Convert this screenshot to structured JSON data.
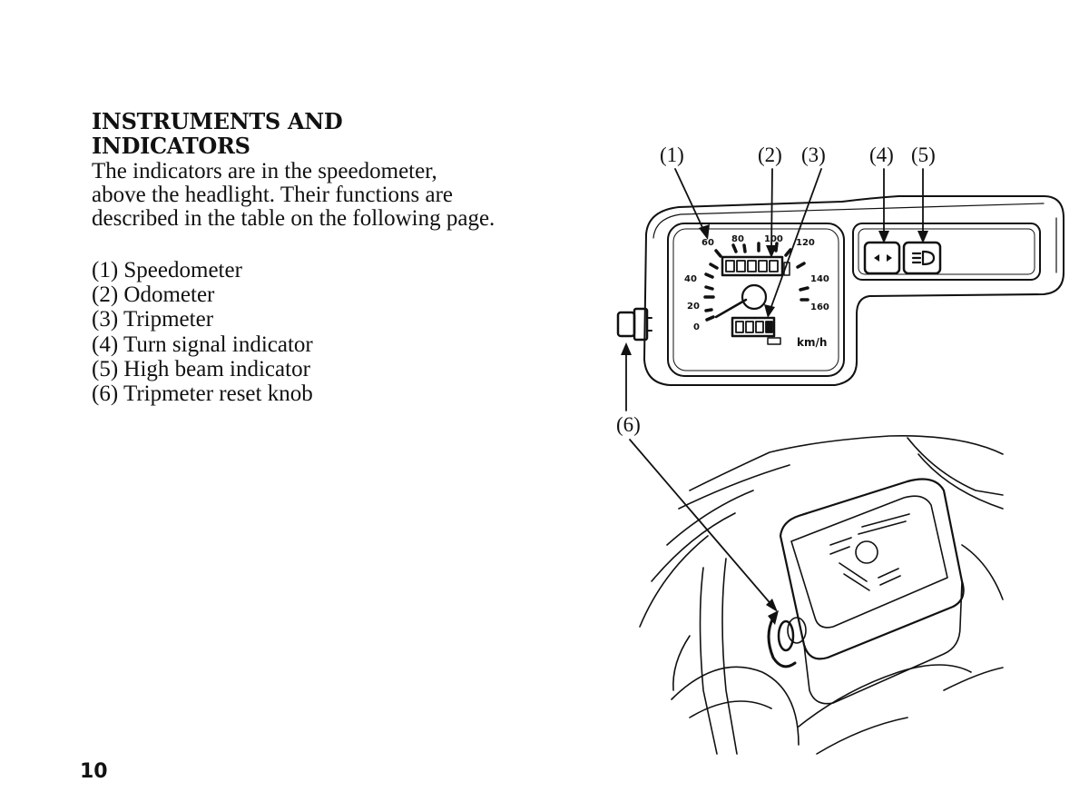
{
  "section": {
    "heading_lines": [
      "INSTRUMENTS AND",
      "INDICATORS"
    ],
    "body_lines": [
      "The indicators are in the speedometer,",
      "above the headlight. Their functions are",
      "described in the table on the following page."
    ],
    "legend": [
      "(1) Speedometer",
      "(2) Odometer",
      "(3) Tripmeter",
      "(4) Turn signal indicator",
      "(5) High beam indicator",
      "(6) Tripmeter reset knob"
    ]
  },
  "figure": {
    "callouts": [
      "(1)",
      "(2)",
      "(3)",
      "(4)",
      "(5)",
      "(6)"
    ],
    "dial_numbers": [
      "0",
      "20",
      "40",
      "60",
      "80",
      "100",
      "120",
      "140",
      "160"
    ],
    "speed_unit": "km/h"
  },
  "page_number": "10"
}
